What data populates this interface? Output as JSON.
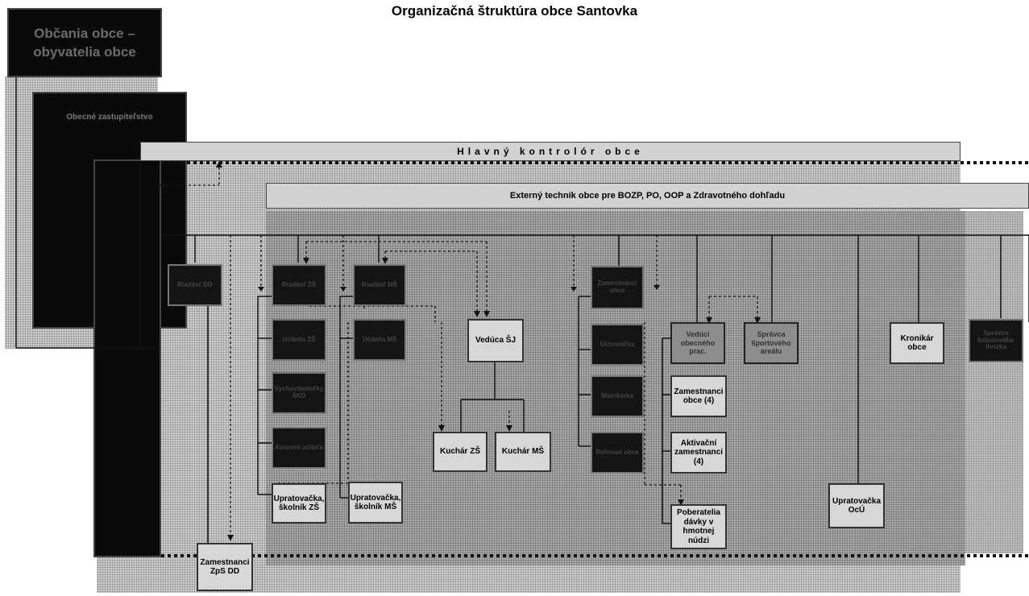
{
  "title": "Organizačná štruktúra obce Santovka",
  "top_left_box": "Občania obce – obyvatelia obce",
  "second_box": "Obecné zastupiteľstvo",
  "controller_bar": "Hlavný kontrolór obce",
  "technician_bar": "Externý technik obce pre BOZP, PO, OOP a Zdravotného dohľadu",
  "dark_boxes": {
    "col1_top": "Riaditeľ DD",
    "col2_top": "Riaditeľ ZŠ",
    "col3_top": "Riaditeľ MŠ",
    "col2_r2": "Učitelia ZŠ",
    "col3_r2": "Učitelia MŠ",
    "col2_r3": "Vychovávateľky ŠKD",
    "col2_r4": "Asistent učiteľa",
    "col5_top": "Zamestnanci obce",
    "col5_r2": "Účtovníčka",
    "col5_r3": "Matrikárka",
    "col5_r4": "Referent obce",
    "right_end": "Správca futbalového ihriska"
  },
  "light_boxes": {
    "uprat_zs": "Upratovačka, školník ZŠ",
    "uprat_ms": "Upratovačka, školník MŠ",
    "veduca_sj": "Vedúca ŠJ",
    "kuchar_zs": "Kuchár ZŠ",
    "kuchar_ms": "Kuchár MŠ",
    "zamestnanci_dd": "Zamestnanci ZpS DD",
    "zamestnanci_obce": "Zamestnanci obce (4)",
    "aktivacni": "Aktivační zamestnanci (4)",
    "poberatelia": "Poberatelia dávky v hmotnej núdzi",
    "upratovacka_ocu": "Upratovačka OcÚ",
    "kronikar": "Kronikár obce"
  },
  "mid_boxes": {
    "veduci_prac": "Vedúci obecného prac.",
    "spravca": "Správca športového areálu"
  }
}
